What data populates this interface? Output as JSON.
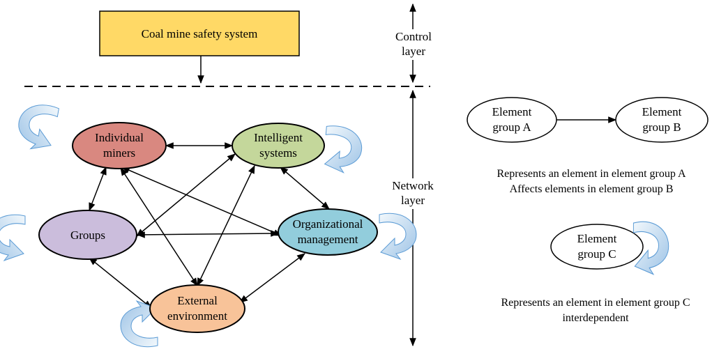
{
  "control": {
    "box_label": "Coal mine safety system",
    "layer_label_line1": "Control",
    "layer_label_line2": "layer",
    "box_fill": "#FFD966"
  },
  "network": {
    "layer_label_line1": "Network",
    "layer_label_line2": "layer",
    "nodes": [
      {
        "id": "miners",
        "line1": "Individual",
        "line2": "miners",
        "fill": "#D98880"
      },
      {
        "id": "intel",
        "line1": "Intelligent",
        "line2": "systems",
        "fill": "#C4D79B"
      },
      {
        "id": "groups",
        "line1": "Groups",
        "line2": "",
        "fill": "#CBBDDC"
      },
      {
        "id": "org",
        "line1": "Organizational",
        "line2": "management",
        "fill": "#92CDDC"
      },
      {
        "id": "env",
        "line1": "External",
        "line2": "environment",
        "fill": "#F8C399"
      }
    ]
  },
  "legend": {
    "node_a_line1": "Element",
    "node_a_line2": "group A",
    "node_b_line1": "Element",
    "node_b_line2": "group B",
    "desc1_line1": "Represents an element in element group A",
    "desc1_line2": "Affects elements in element group B",
    "node_c_line1": "Element",
    "node_c_line2": "group C",
    "desc2_line1": "Represents an element in element group C",
    "desc2_line2": "interdependent"
  },
  "colors": {
    "cycle_arrow_fill": "#DDEBF7",
    "cycle_arrow_stroke": "#5B9BD5"
  }
}
